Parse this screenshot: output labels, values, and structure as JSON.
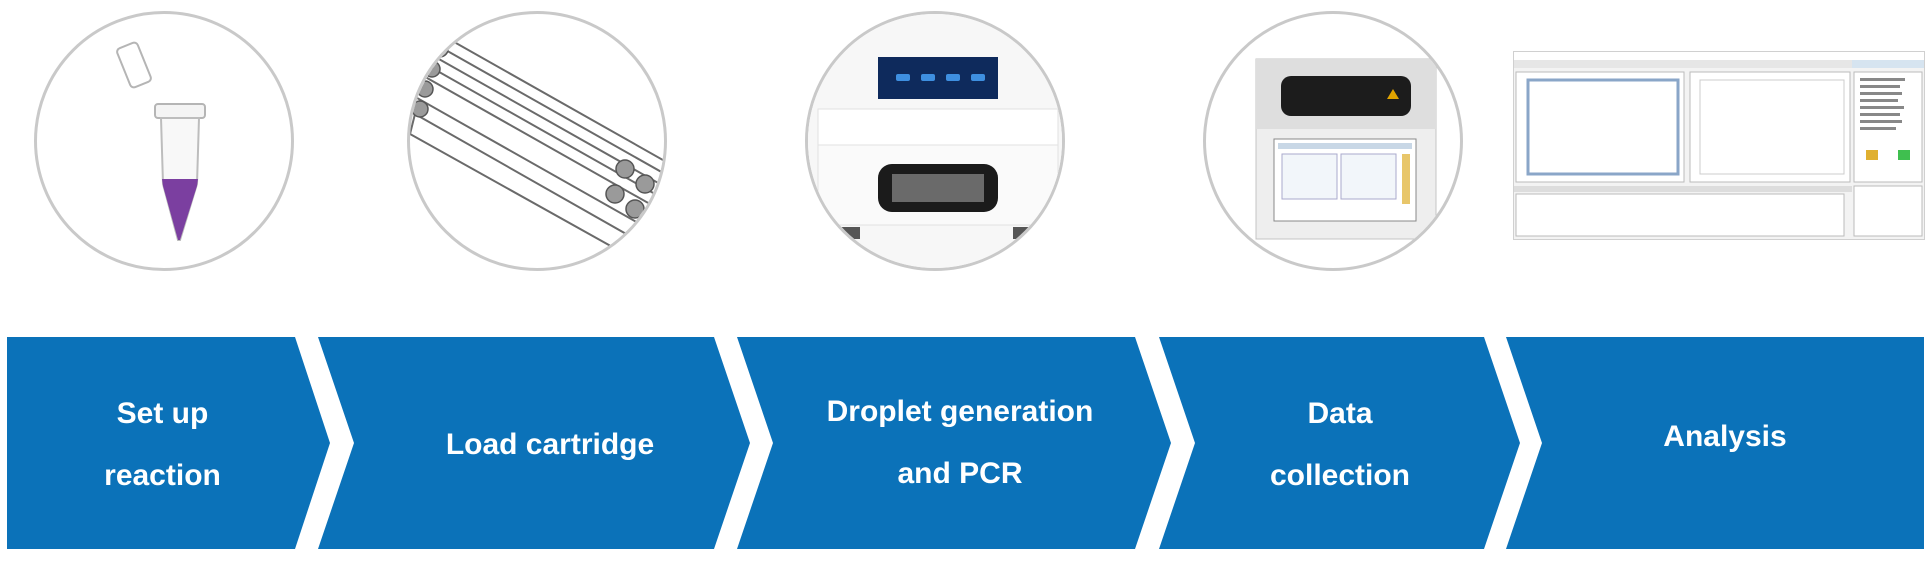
{
  "colors": {
    "arrow_fill": "#0b72b9",
    "text": "#ffffff",
    "circle_border": "#c9c9c9",
    "tube_liquid": "#7b3fa0"
  },
  "steps": [
    {
      "lines": [
        "Set up",
        "reaction"
      ],
      "icon": "tube-icon"
    },
    {
      "lines": [
        "Load cartridge"
      ],
      "icon": "cartridge-icon"
    },
    {
      "lines": [
        "Droplet generation",
        "and PCR"
      ],
      "icon": "instrument-icon"
    },
    {
      "lines": [
        "Data",
        "collection"
      ],
      "icon": "reader-icon"
    },
    {
      "lines": [
        "Analysis"
      ],
      "icon": "software-screenshot"
    }
  ]
}
